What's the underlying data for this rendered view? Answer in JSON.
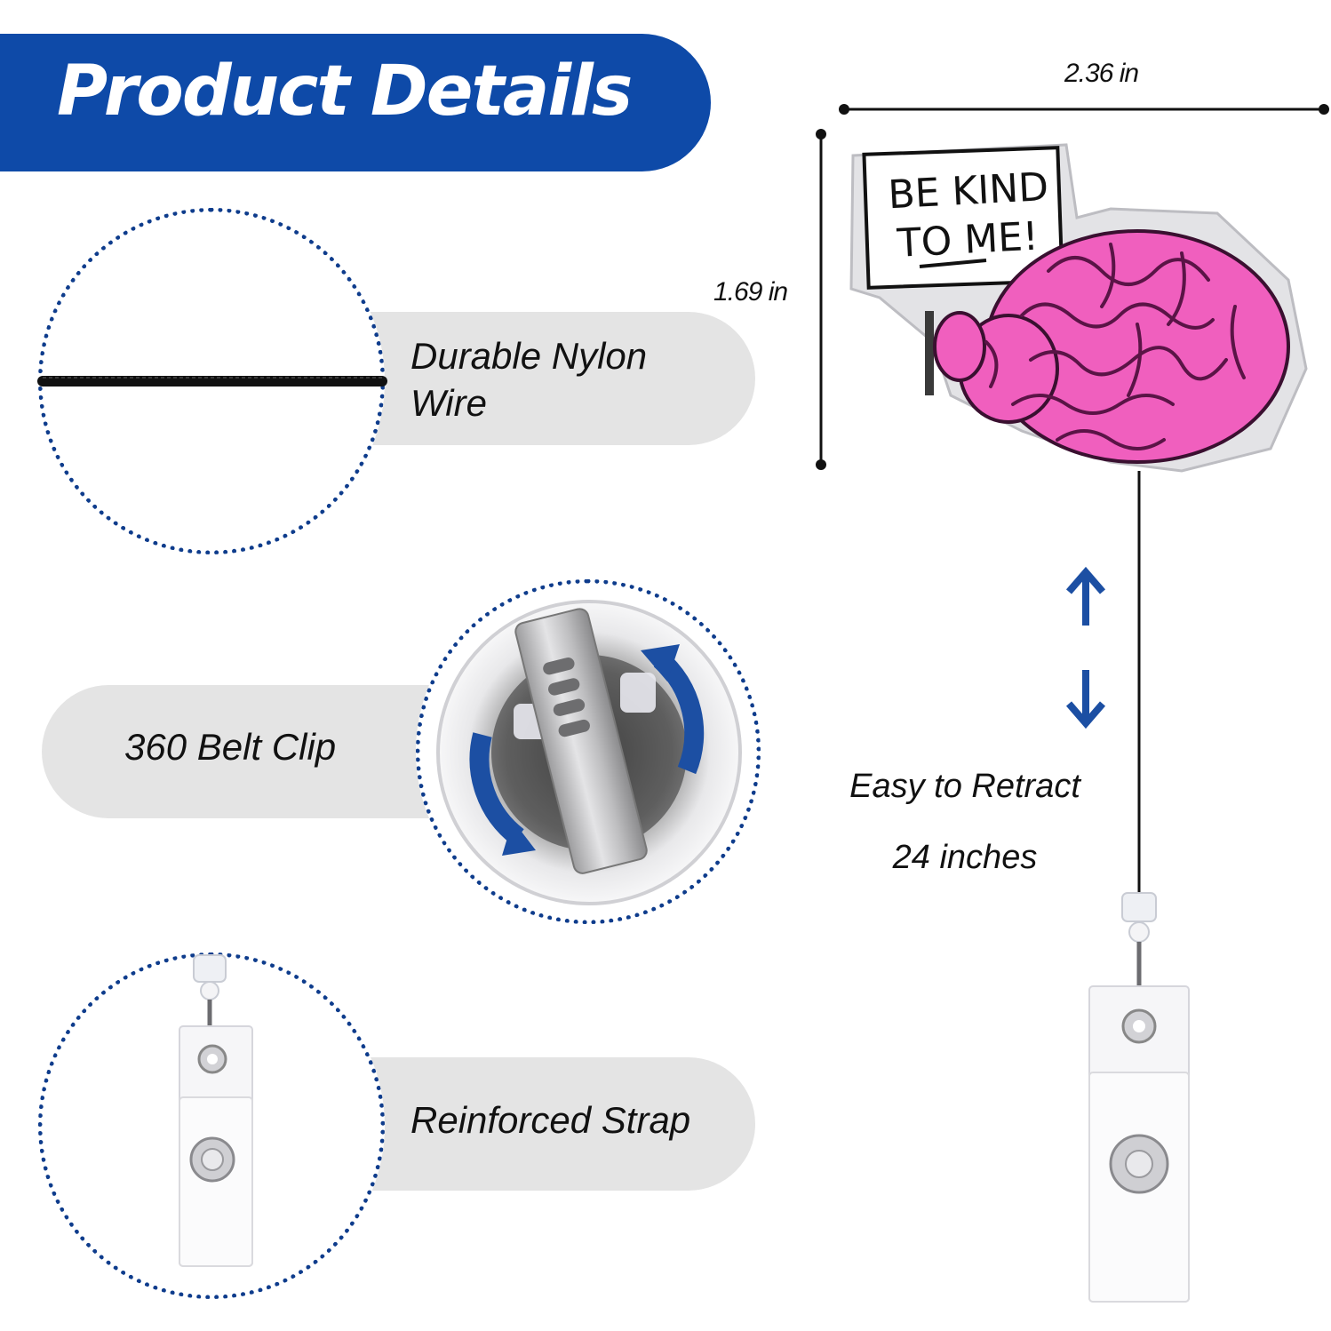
{
  "header": {
    "title": "Product Details"
  },
  "features": {
    "wire_label": "Durable Nylon Wire",
    "clip_label": "360 Belt Clip",
    "strap_label": "Reinforced Strap"
  },
  "dimensions": {
    "width_label": "2.36 in",
    "height_label": "1.69 in"
  },
  "retract": {
    "line1": "Easy to Retract",
    "line2": "24 inches"
  },
  "badge_sign": {
    "line1": "BE KIND",
    "line2": "TO ME!"
  },
  "colors": {
    "brand_blue": "#0e4aa8",
    "pill_gray": "#e4e4e4",
    "brain_pink": "#f05fbe"
  },
  "icons": [
    "arrow-up-icon",
    "arrow-down-icon",
    "rotate-arrows-icon"
  ]
}
